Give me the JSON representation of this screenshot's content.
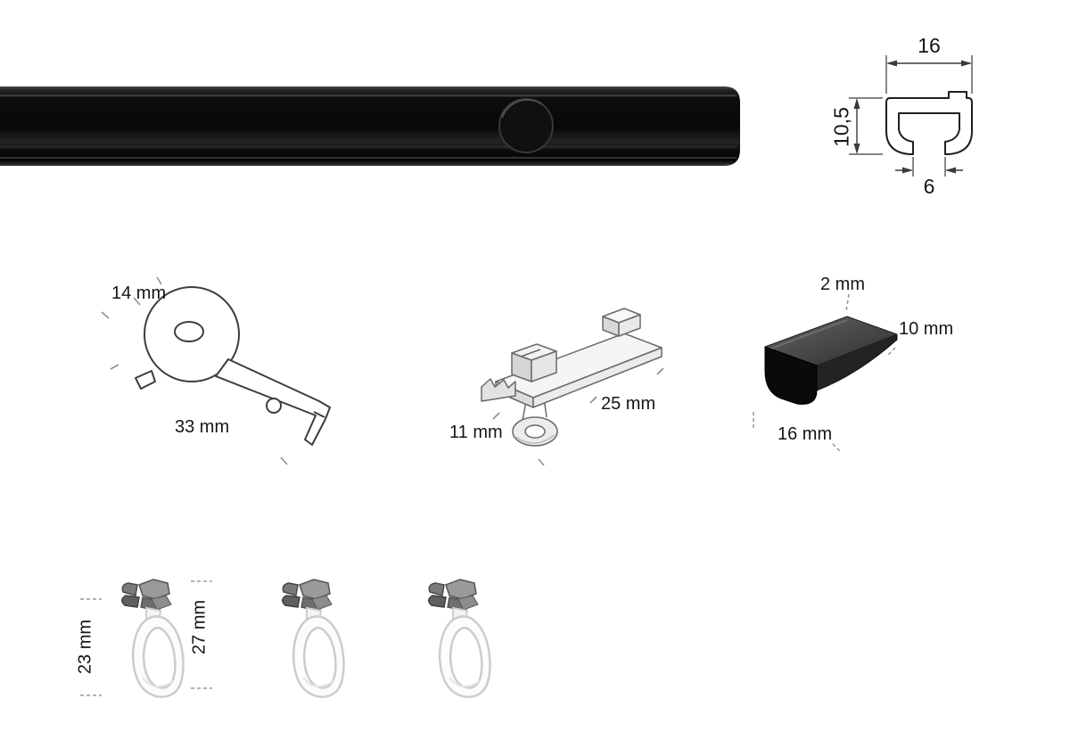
{
  "rail_profile": {
    "width": "16",
    "height": "10,5",
    "slot_width": "6"
  },
  "ceiling_support": {
    "diameter": "14 mm",
    "length": "33 mm"
  },
  "glider": {
    "length": "25 mm",
    "height": "11 mm"
  },
  "end_cap": {
    "thickness": "2 mm",
    "height": "10 mm",
    "length": "16 mm"
  },
  "roller_hook": {
    "loop_height": "23 mm",
    "total_height": "27 mm"
  }
}
